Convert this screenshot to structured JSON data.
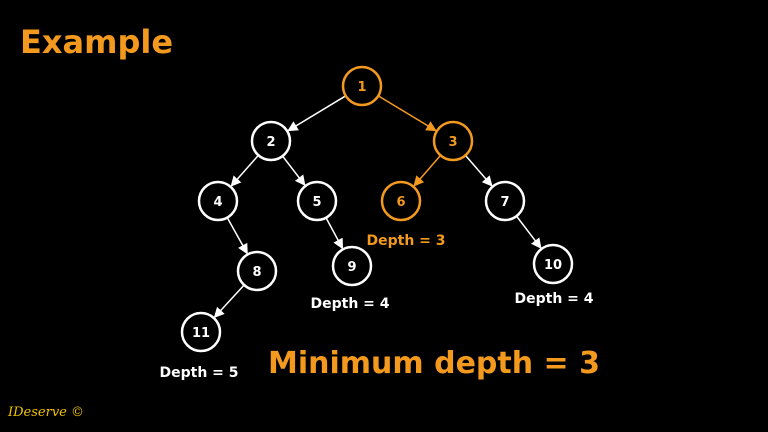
{
  "title": "Example",
  "summary": "Minimum depth = 3",
  "watermark": "IDeserve ©",
  "colors": {
    "background": "#000000",
    "normal": "#ffffff",
    "highlight": "#f39a1e"
  },
  "tree": {
    "nodes": [
      {
        "id": "1",
        "label": "1",
        "highlight": true
      },
      {
        "id": "2",
        "label": "2",
        "highlight": false
      },
      {
        "id": "3",
        "label": "3",
        "highlight": true
      },
      {
        "id": "4",
        "label": "4",
        "highlight": false
      },
      {
        "id": "5",
        "label": "5",
        "highlight": false
      },
      {
        "id": "6",
        "label": "6",
        "highlight": true
      },
      {
        "id": "7",
        "label": "7",
        "highlight": false
      },
      {
        "id": "8",
        "label": "8",
        "highlight": false
      },
      {
        "id": "9",
        "label": "9",
        "highlight": false
      },
      {
        "id": "10",
        "label": "10",
        "highlight": false
      },
      {
        "id": "11",
        "label": "11",
        "highlight": false
      }
    ],
    "edges": [
      {
        "from": "1",
        "to": "2",
        "highlight": false
      },
      {
        "from": "1",
        "to": "3",
        "highlight": true
      },
      {
        "from": "2",
        "to": "4",
        "highlight": false
      },
      {
        "from": "2",
        "to": "5",
        "highlight": false
      },
      {
        "from": "3",
        "to": "6",
        "highlight": true
      },
      {
        "from": "3",
        "to": "7",
        "highlight": false
      },
      {
        "from": "4",
        "to": "8",
        "highlight": false
      },
      {
        "from": "5",
        "to": "9",
        "highlight": false
      },
      {
        "from": "7",
        "to": "10",
        "highlight": false
      },
      {
        "from": "8",
        "to": "11",
        "highlight": false
      }
    ],
    "depth_labels": [
      {
        "node": "6",
        "text": "Depth = 3",
        "highlight": true
      },
      {
        "node": "9",
        "text": "Depth = 4",
        "highlight": false
      },
      {
        "node": "10",
        "text": "Depth = 4",
        "highlight": false
      },
      {
        "node": "11",
        "text": "Depth = 5",
        "highlight": false
      }
    ]
  }
}
